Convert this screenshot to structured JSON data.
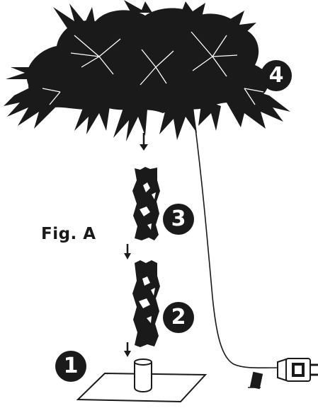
{
  "figure_label": "Fig. A",
  "steps": [
    {
      "number": "1",
      "part": "tree-stand"
    },
    {
      "number": "2",
      "part": "lower-trunk-section"
    },
    {
      "number": "3",
      "part": "upper-trunk-section"
    },
    {
      "number": "4",
      "part": "palm-canopy-top-with-cord"
    }
  ],
  "colors": {
    "ink": "#1a1a1a",
    "paper": "#ffffff"
  }
}
